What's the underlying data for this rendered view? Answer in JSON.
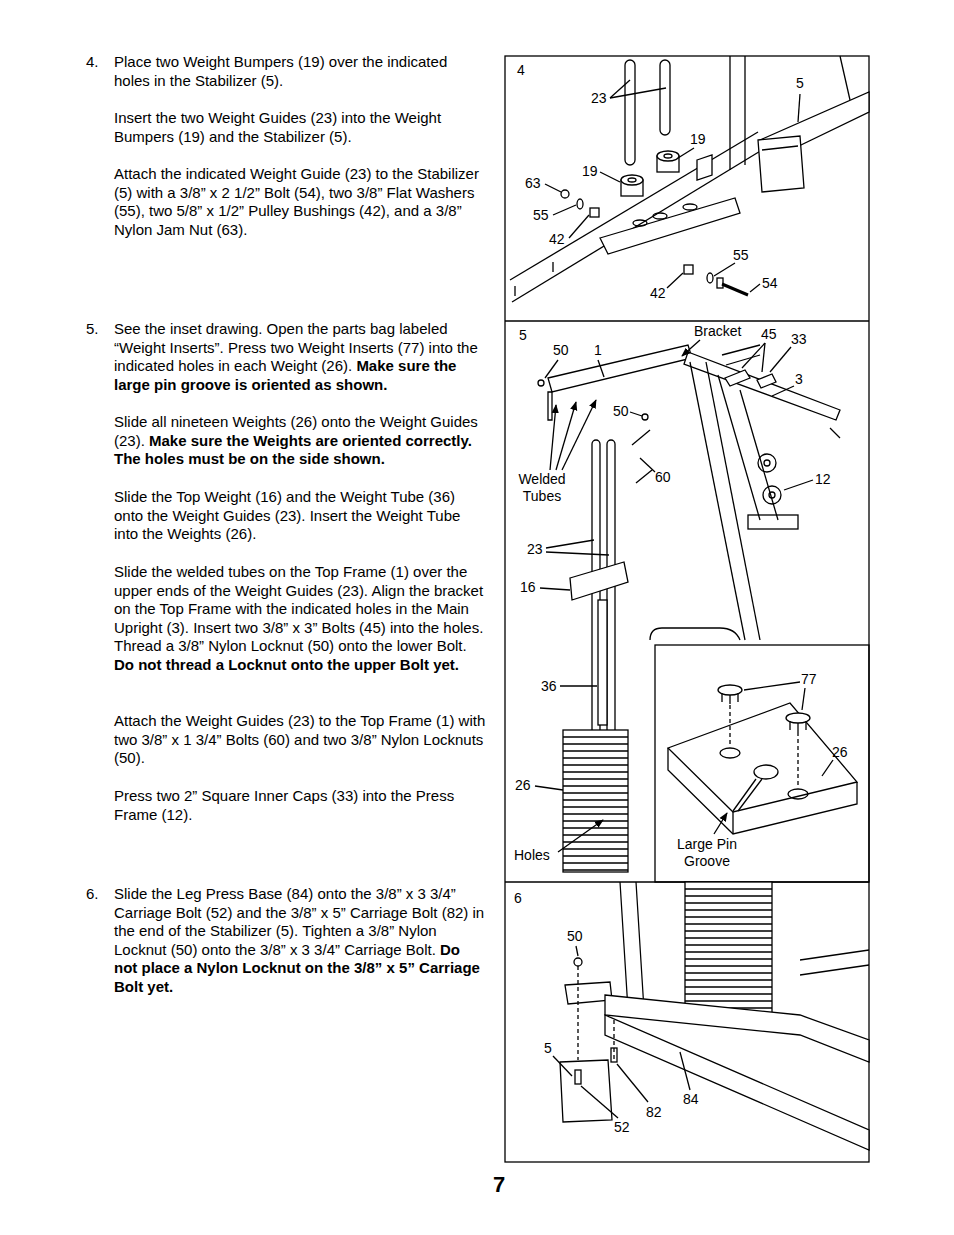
{
  "diagram": {
    "labels": [
      "4.",
      "Place two Weight Bumpers (19) over the indicated holes in the Stabilizer (5).",
      "Insert the two Weight Guides (23) into the Weight Bumpers (19) and the Stabilizer (5).",
      "Attach the indicated Weight Guide (23) to the Stabilizer (5) with a 3/8” x 2 1/2” Bolt (54), two 3/8” Flat Washers (55), two 5/8” x 1/2” Pulley Bushings (42), and a 3/8” Nylon Jam Nut (63).",
      "5.",
      "See the inset drawing. Open the parts bag labeled “Weight Inserts”. Press two Weight Inserts (77) into the indicated holes in each Weight (26).",
      "Make sure the large pin groove is oriented as shown.",
      "Slide all nineteen Weights (26) onto the Weight Guides (23).",
      "Make sure the Weights are oriented correctly. The holes must be on the side shown.",
      "Slide the Top Weight (16) and the Weight Tube (36) onto the Weight Guides (23). Insert the Weight Tube into the Weights (26).",
      "Slide the welded tubes on the Top Frame (1) over the upper ends of the Weight Guides (23). Align the bracket on the Top Frame with the indicated holes in the Main Upright (3). Insert two 3/8” x 3” Bolts (45) into the holes. Thread a 3/8” Nylon Locknut (50) onto the lower Bolt.",
      "Do not thread a Locknut onto the upper Bolt yet.",
      "Attach the Weight Guides (23) to the Top Frame (1) with two 3/8” x 1 3/4” Bolts (60) and two 3/8” Nylon Locknuts (50).",
      "Press two 2” Square Inner Caps (33) into the Press Frame (12).",
      "6.",
      "Slide the Leg Press Base (84) onto the 3/8” x 3 3/4” Carriage Bolt (52) and the 3/8” x 5” Carriage Bolt (82) in the end of the Stabilizer (5). Tighten a 3/8” Nylon Locknut (50) onto the 3/8” x 3 3/4” Carriage Bolt.",
      "Do not place a Nylon Locknut on the 3/8” x 5” Carriage Bolt yet.",
      "7",
      "4",
      "23",
      "5",
      "19",
      "19",
      "63",
      "55",
      "42",
      "55",
      "54",
      "42",
      "5",
      "50",
      "1",
      "Bracket",
      "45",
      "33",
      "3",
      "50",
      "Welded Tubes",
      "60",
      "12",
      "23",
      "16",
      "36",
      "26",
      "Holes",
      "77",
      "26",
      "Large Pin Groove",
      "6",
      "50",
      "5",
      "82",
      "84",
      "52"
    ]
  }
}
